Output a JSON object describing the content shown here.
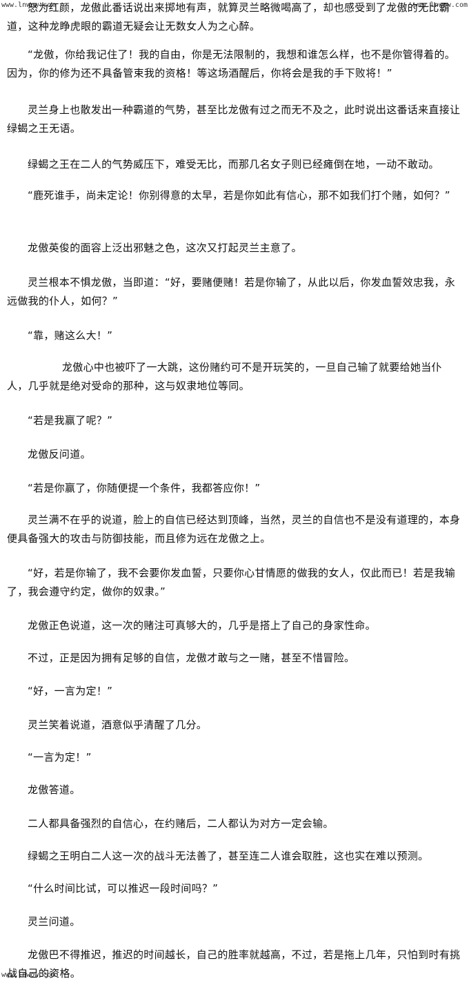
{
  "watermarks": {
    "top_left": "www.lnwow.com",
    "top_right": "www.lnwow.com",
    "bottom_left": "www.lnwow.com"
  },
  "paragraphs": [
    "怒为红颜，龙傲此番话说出来掷地有声，就算灵兰略微喝高了，却也感受到了龙傲的无比霸道，这种龙睁虎眼的霸道无疑会让无数女人为之心醉。",
    "“龙傲，你给我记住了！我的自由，你是无法限制的，我想和谁怎么样，也不是你管得着的。因为，你的修为还不具备管束我的资格！等这场酒醒后，你将会是我的手下败将！”",
    "灵兰身上也散发出一种霸道的气势，甚至比龙傲有过之而无不及之，此时说出这番话来直接让绿蝎之王无语。",
    "绿蝎之王在二人的气势威压下，难受无比，而那几名女子则已经瘫倒在地，一动不敢动。",
    "“鹿死谁手，尚未定论！你别得意的太早，若是你如此有信心，那不如我们打个赌，如何？”",
    "龙傲英俊的面容上泛出邪魅之色，这次又打起灵兰主意了。",
    "灵兰根本不惧龙傲，当即道：“好，要赌便赌！若是你输了，从此以后，你发血誓效忠我，永远做我的仆人，如何？”",
    "“靠，赌这么大！”",
    "龙傲心中也被吓了一大跳，这份赌约可不是开玩笑的，一旦自己输了就要给她当仆人，几乎就是绝对受命的那种，这与奴隶地位等同。",
    "“若是我赢了呢？”",
    "龙傲反问道。",
    "“若是你赢了，你随便提一个条件，我都答应你！”",
    "灵兰满不在乎的说道，脸上的自信已经达到顶峰，当然，灵兰的自信也不是没有道理的，本身便具备强大的攻击与防御技能，而且修为远在龙傲之上。",
    "“好，若是你输了，我不会要你发血誓，只要你心甘情愿的做我的女人，仅此而已！若是我输了，我会遵守约定，做你的奴隶。”",
    "龙傲正色说道，这一次的赌注可真够大的，几乎是搭上了自己的身家性命。",
    "不过，正是因为拥有足够的自信，龙傲才敢与之一赌，甚至不惜冒险。",
    "“好，一言为定！”",
    "灵兰笑着说道，酒意似乎清醒了几分。",
    "“一言为定！”",
    "龙傲答道。",
    "二人都具备强烈的自信心，在约赌后，二人都认为对方一定会输。",
    "绿蝎之王明白二人这一次的战斗无法善了，甚至连二人谁会取胜，这也实在难以预测。",
    "“什么时间比试，可以推迟一段时间吗？”",
    "灵兰问道。",
    "龙傲巴不得推迟，推迟的时间越长，自己的胜率就越高，不过，若是拖上几年，只怕到时有挑战自己的资格。"
  ]
}
